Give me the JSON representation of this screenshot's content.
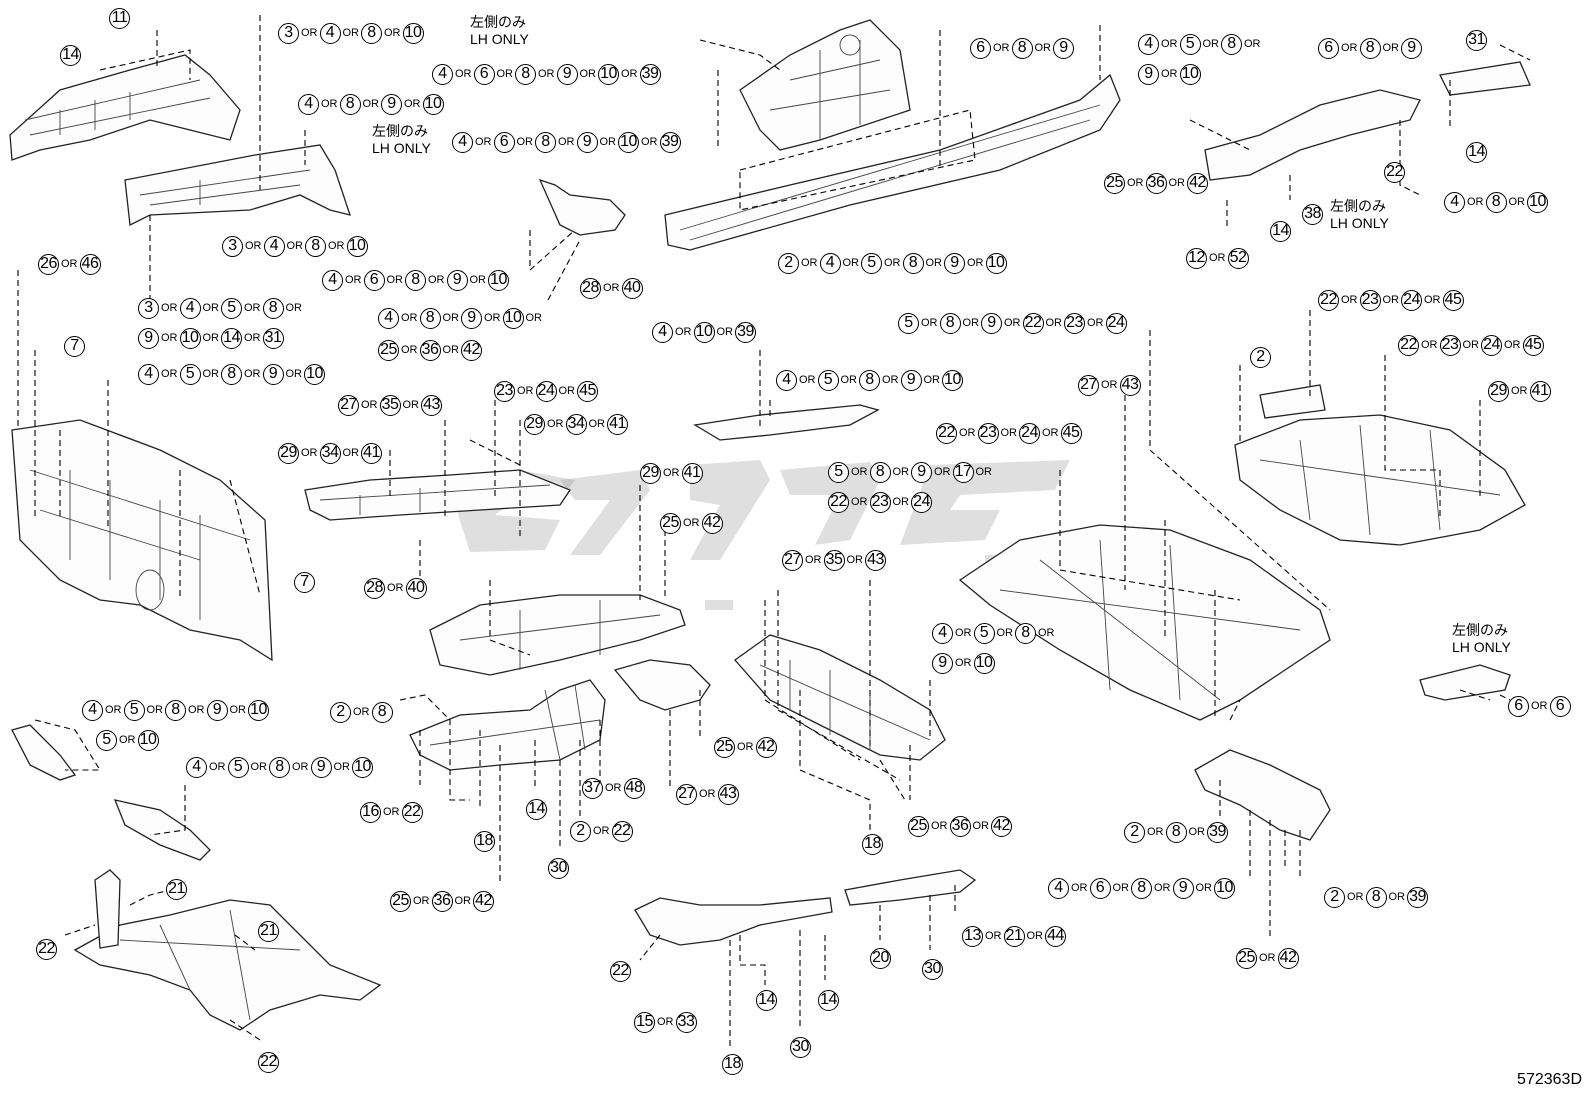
{
  "diagram": {
    "drawing_code": "572363D",
    "watermark": "پارت",
    "notes": [
      {
        "id": "n1",
        "jp": "左側のみ",
        "en": "LH ONLY"
      },
      {
        "id": "n2",
        "jp": "左側のみ",
        "en": "LH ONLY"
      },
      {
        "id": "n3",
        "jp": "左側のみ",
        "en": "LH ONLY"
      },
      {
        "id": "n4",
        "jp": "左側のみ",
        "en": "LH ONLY"
      }
    ],
    "callouts": [
      {
        "parts": [
          "11"
        ],
        "trail_or": false
      },
      {
        "parts": [
          "14"
        ],
        "trail_or": false
      },
      {
        "parts": [
          "3",
          "4",
          "8",
          "10"
        ],
        "trail_or": false
      },
      {
        "parts": [
          "4",
          "6",
          "8",
          "9",
          "10",
          "39"
        ],
        "trail_or": false
      },
      {
        "parts": [
          "4",
          "8",
          "9",
          "10"
        ],
        "trail_or": false
      },
      {
        "parts": [
          "4",
          "6",
          "8",
          "9",
          "10",
          "39"
        ],
        "trail_or": false
      },
      {
        "parts": [
          "6",
          "8",
          "9"
        ],
        "trail_or": false
      },
      {
        "parts": [
          "4",
          "5",
          "8"
        ],
        "trail_or": true
      },
      {
        "parts": [
          "9",
          "10"
        ],
        "trail_or": false
      },
      {
        "parts": [
          "6",
          "8",
          "9"
        ],
        "trail_or": false
      },
      {
        "parts": [
          "31"
        ],
        "trail_or": false
      },
      {
        "parts": [
          "14"
        ],
        "trail_or": false
      },
      {
        "parts": [
          "22"
        ],
        "trail_or": false
      },
      {
        "parts": [
          "25",
          "36",
          "42"
        ],
        "trail_or": false
      },
      {
        "parts": [
          "4",
          "8",
          "10"
        ],
        "trail_or": false
      },
      {
        "parts": [
          "38"
        ],
        "trail_or": false
      },
      {
        "parts": [
          "14"
        ],
        "trail_or": false
      },
      {
        "parts": [
          "12",
          "52"
        ],
        "trail_or": false
      },
      {
        "parts": [
          "3",
          "4",
          "8",
          "10"
        ],
        "trail_or": false
      },
      {
        "parts": [
          "2",
          "4",
          "5",
          "8",
          "9",
          "10"
        ],
        "trail_or": false
      },
      {
        "parts": [
          "4",
          "6",
          "8",
          "9",
          "10"
        ],
        "trail_or": false
      },
      {
        "parts": [
          "28",
          "40"
        ],
        "trail_or": false
      },
      {
        "parts": [
          "26",
          "46"
        ],
        "trail_or": false
      },
      {
        "parts": [
          "3",
          "4",
          "5",
          "8"
        ],
        "trail_or": true
      },
      {
        "parts": [
          "9",
          "10",
          "14",
          "31"
        ],
        "trail_or": false
      },
      {
        "parts": [
          "4",
          "8",
          "9",
          "10"
        ],
        "trail_or": true
      },
      {
        "parts": [
          "25",
          "36",
          "42"
        ],
        "trail_or": false
      },
      {
        "parts": [
          "7"
        ],
        "trail_or": false
      },
      {
        "parts": [
          "4",
          "5",
          "8",
          "9",
          "10"
        ],
        "trail_or": false
      },
      {
        "parts": [
          "4",
          "10",
          "39"
        ],
        "trail_or": false
      },
      {
        "parts": [
          "5",
          "8",
          "9",
          "22",
          "23",
          "24"
        ],
        "trail_or": false
      },
      {
        "parts": [
          "22",
          "23",
          "24",
          "45"
        ],
        "trail_or": false
      },
      {
        "parts": [
          "2"
        ],
        "trail_or": false
      },
      {
        "parts": [
          "22",
          "23",
          "24",
          "45"
        ],
        "trail_or": false
      },
      {
        "parts": [
          "27",
          "35",
          "43"
        ],
        "trail_or": false
      },
      {
        "parts": [
          "23",
          "24",
          "45"
        ],
        "trail_or": false
      },
      {
        "parts": [
          "4",
          "5",
          "8",
          "9",
          "10"
        ],
        "trail_or": false
      },
      {
        "parts": [
          "27",
          "43"
        ],
        "trail_or": false
      },
      {
        "parts": [
          "29",
          "41"
        ],
        "trail_or": false
      },
      {
        "parts": [
          "29",
          "34",
          "41"
        ],
        "trail_or": false
      },
      {
        "parts": [
          "29",
          "34",
          "41"
        ],
        "trail_or": false
      },
      {
        "parts": [
          "22",
          "23",
          "24",
          "45"
        ],
        "trail_or": false
      },
      {
        "parts": [
          "5",
          "8",
          "9",
          "17"
        ],
        "trail_or": true
      },
      {
        "parts": [
          "29",
          "41"
        ],
        "trail_or": false
      },
      {
        "parts": [
          "22",
          "23",
          "24"
        ],
        "trail_or": false
      },
      {
        "parts": [
          "25",
          "42"
        ],
        "trail_or": false
      },
      {
        "parts": [
          "28",
          "40"
        ],
        "trail_or": false
      },
      {
        "parts": [
          "7"
        ],
        "trail_or": false
      },
      {
        "parts": [
          "27",
          "35",
          "43"
        ],
        "trail_or": false
      },
      {
        "parts": [
          "4",
          "5",
          "8"
        ],
        "trail_or": true
      },
      {
        "parts": [
          "9",
          "10"
        ],
        "trail_or": false
      },
      {
        "parts": [
          "6",
          "6"
        ],
        "trail_or": false
      },
      {
        "parts": [
          "4",
          "5",
          "8",
          "9",
          "10"
        ],
        "trail_or": false
      },
      {
        "parts": [
          "5",
          "10"
        ],
        "trail_or": false
      },
      {
        "parts": [
          "2",
          "8"
        ],
        "trail_or": false
      },
      {
        "parts": [
          "4",
          "5",
          "8",
          "9",
          "10"
        ],
        "trail_or": false
      },
      {
        "parts": [
          "25",
          "42"
        ],
        "trail_or": false
      },
      {
        "parts": [
          "16",
          "22"
        ],
        "trail_or": false
      },
      {
        "parts": [
          "14"
        ],
        "trail_or": false
      },
      {
        "parts": [
          "37",
          "48"
        ],
        "trail_or": false
      },
      {
        "parts": [
          "27",
          "43"
        ],
        "trail_or": false
      },
      {
        "parts": [
          "18"
        ],
        "trail_or": false
      },
      {
        "parts": [
          "2",
          "22"
        ],
        "trail_or": false
      },
      {
        "parts": [
          "25",
          "36",
          "42"
        ],
        "trail_or": false
      },
      {
        "parts": [
          "18"
        ],
        "trail_or": false
      },
      {
        "parts": [
          "30"
        ],
        "trail_or": false
      },
      {
        "parts": [
          "2",
          "8",
          "39"
        ],
        "trail_or": false
      },
      {
        "parts": [
          "25",
          "36",
          "42"
        ],
        "trail_or": false
      },
      {
        "parts": [
          "21"
        ],
        "trail_or": false
      },
      {
        "parts": [
          "22"
        ],
        "trail_or": false
      },
      {
        "parts": [
          "21"
        ],
        "trail_or": false
      },
      {
        "parts": [
          "4",
          "6",
          "8",
          "9",
          "10"
        ],
        "trail_or": false
      },
      {
        "parts": [
          "2",
          "8",
          "39"
        ],
        "trail_or": false
      },
      {
        "parts": [
          "13",
          "21",
          "44"
        ],
        "trail_or": false
      },
      {
        "parts": [
          "20"
        ],
        "trail_or": false
      },
      {
        "parts": [
          "30"
        ],
        "trail_or": false
      },
      {
        "parts": [
          "25",
          "42"
        ],
        "trail_or": false
      },
      {
        "parts": [
          "22"
        ],
        "trail_or": false
      },
      {
        "parts": [
          "14"
        ],
        "trail_or": false
      },
      {
        "parts": [
          "14"
        ],
        "trail_or": false
      },
      {
        "parts": [
          "15",
          "33"
        ],
        "trail_or": false
      },
      {
        "parts": [
          "30"
        ],
        "trail_or": false
      },
      {
        "parts": [
          "18"
        ],
        "trail_or": false
      },
      {
        "parts": [
          "22"
        ],
        "trail_or": false
      }
    ]
  }
}
